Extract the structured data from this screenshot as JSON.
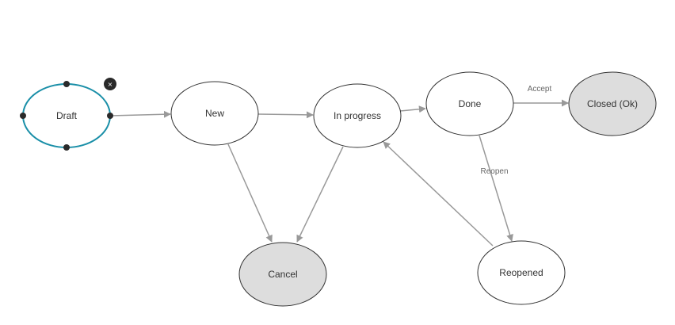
{
  "states": {
    "draft": "Draft",
    "new": "New",
    "in_progress": "In progress",
    "done": "Done",
    "closed_ok": "Closed (Ok)",
    "cancel": "Cancel",
    "reopened": "Reopened"
  },
  "transitions": {
    "accept": "Accept",
    "reopen": "Reopen"
  },
  "selection": {
    "delete_glyph": "×",
    "delete_icon": "close-icon"
  },
  "colors": {
    "edge": "#999999",
    "node_border": "#333333",
    "selected_border": "#1a8fa8",
    "handle": "#2a2a2a",
    "final_fill": "#dddddd",
    "node_fill": "#ffffff"
  }
}
